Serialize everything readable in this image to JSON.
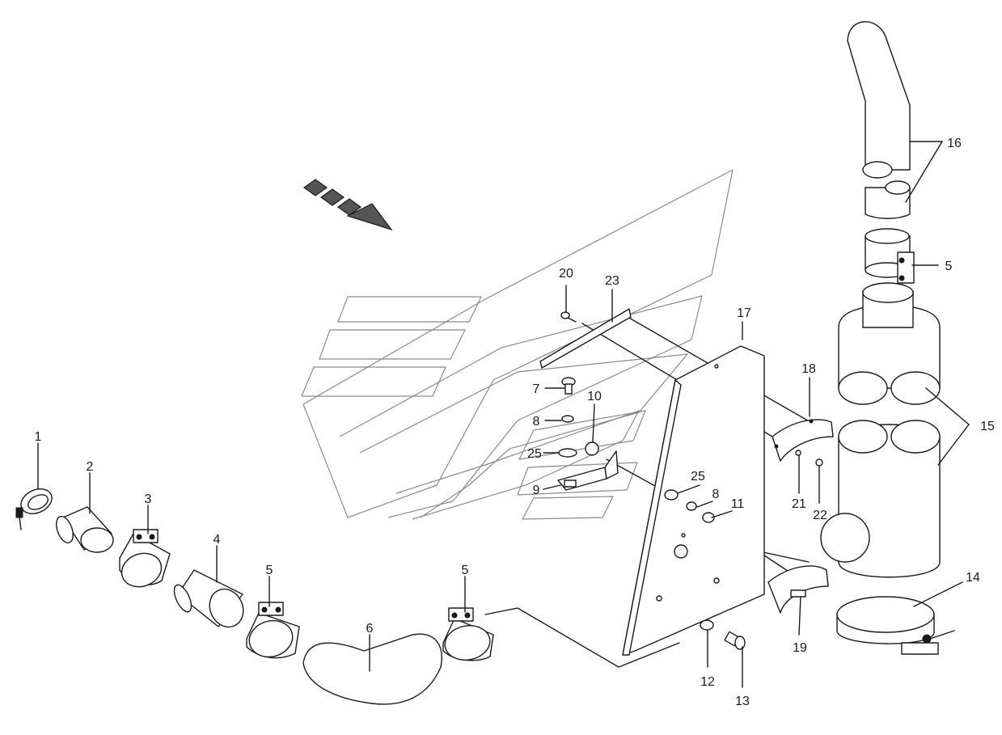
{
  "callouts": {
    "c1": "1",
    "c2": "2",
    "c3": "3",
    "c4": "4",
    "c5a": "5",
    "c5b": "5",
    "c5c": "5",
    "c6": "6",
    "c7": "7",
    "c8a": "8",
    "c8b": "8",
    "c9": "9",
    "c10": "10",
    "c11": "11",
    "c12": "12",
    "c13": "13",
    "c14": "14",
    "c15": "15",
    "c16": "16",
    "c17": "17",
    "c18": "18",
    "c19": "19",
    "c20": "20",
    "c21": "21",
    "c22": "22",
    "c23": "23",
    "c25a": "25",
    "c25b": "25"
  },
  "icons": {
    "direction_arrow": "forward-direction-arrow-icon"
  }
}
